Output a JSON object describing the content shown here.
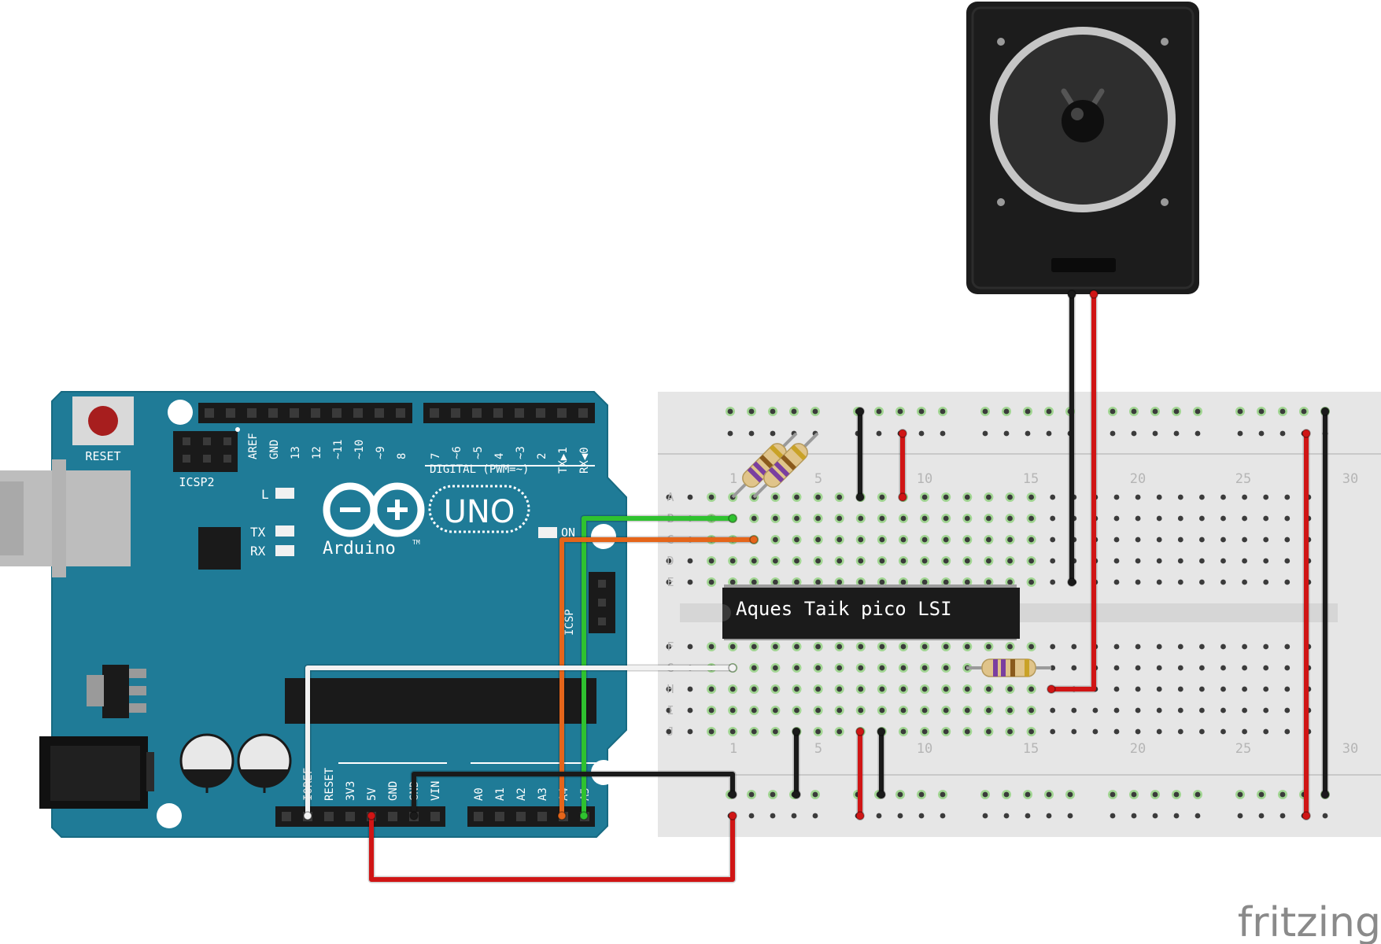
{
  "colors": {
    "board": "#1f7b97",
    "board_edge": "#176a82",
    "breadboard": "#e6e6e6",
    "hole": "#3b3b3b",
    "hole_active": "#69c84f",
    "wire_red": "#d01515",
    "wire_black": "#1a1a1a",
    "wire_green": "#2fc22f",
    "wire_orange": "#e5651a",
    "wire_white": "#f2f2f2",
    "chip": "#1b1b1b",
    "speaker": "#1c1c1c",
    "brand_text": "#8a8a8a"
  },
  "arduino": {
    "reset_label": "RESET",
    "icsp2_label": "ICSP2",
    "icsp_label": "ICSP",
    "led_l": "L",
    "led_tx": "TX",
    "led_rx": "RX",
    "led_on": "ON",
    "digital_label": "DIGITAL (PWM=~)",
    "brand": "Arduino",
    "tm": "TM",
    "model": "UNO",
    "top_pins_a": [
      "AREF",
      "GND",
      "13",
      "12",
      "~11",
      "~10",
      "~9",
      "8"
    ],
    "top_pins_b": [
      "7",
      "~6",
      "~5",
      "4",
      "~3",
      "2",
      "TX▶1",
      "RX◀0"
    ],
    "bottom_pins_power": [
      "IOREF",
      "RESET",
      "3V3",
      "5V",
      "GND",
      "GND",
      "VIN"
    ],
    "bottom_pins_analog": [
      "A0",
      "A1",
      "A2",
      "A3",
      "A4",
      "A5"
    ]
  },
  "breadboard": {
    "row_letters_top": [
      "A",
      "B",
      "C",
      "D",
      "E"
    ],
    "row_letters_bottom": [
      "F",
      "G",
      "H",
      "I",
      "J"
    ],
    "column_numbers": [
      "1",
      "5",
      "10",
      "15",
      "20",
      "25",
      "30"
    ]
  },
  "chip": {
    "label": "Aques Taik pico LSI"
  },
  "watermark": {
    "text": "fritzing"
  }
}
